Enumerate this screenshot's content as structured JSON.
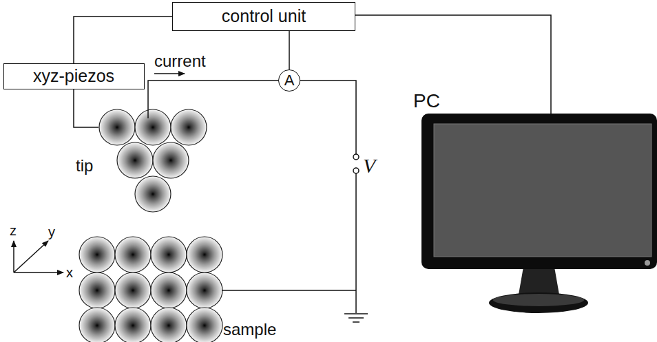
{
  "diagram": {
    "nodes": [
      {
        "text": [
          "control unit"
        ]
      },
      {
        "text": [
          "xyz-piezos"
        ]
      },
      {
        "text": [
          "A"
        ]
      }
    ],
    "edges": [
      {
        "from": 0,
        "to": 1,
        "arrow": "none"
      },
      {
        "from": 0,
        "to": 2,
        "arrow": "none"
      }
    ],
    "labels": [
      "current",
      "tip",
      "V",
      "PC",
      "sample",
      "z",
      "y",
      "x"
    ]
  }
}
